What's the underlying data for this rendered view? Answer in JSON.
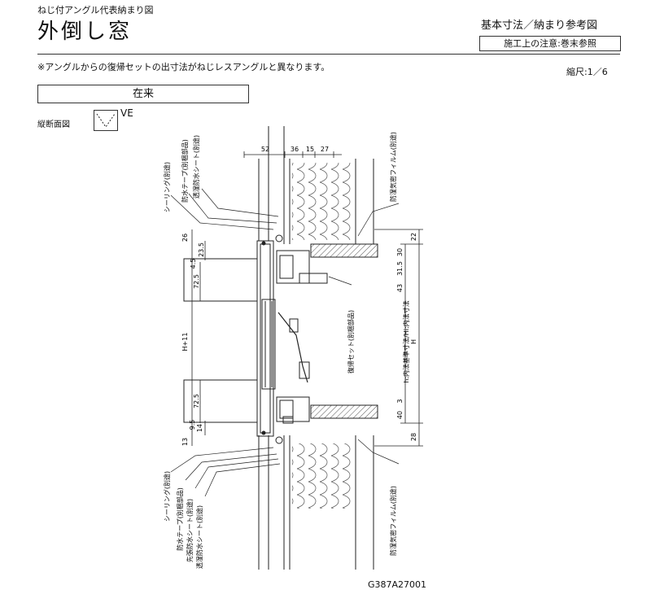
{
  "header": {
    "subtitle": "ねじ付アングル代表納まり図",
    "title": "外倒し窓",
    "ref_title": "基本寸法／納まり参考図",
    "ref_note": "施工上の注意:巻末参照"
  },
  "note": "※アングルからの復帰セットの出寸法がねじレスアングルと異なります。",
  "scale": "縮尺:1／6",
  "section_box": "在来",
  "view_label": "縦断面図",
  "mark_label": "VE",
  "drawing_code": "G387A27001",
  "dims": {
    "top": [
      "52",
      "36",
      "15",
      "27"
    ],
    "left": [
      "26",
      "23.5",
      "4.5",
      "72.5",
      "H+11",
      "72.5",
      "9.5",
      "14",
      "13"
    ],
    "right": [
      "22",
      "30",
      "31.5",
      "43",
      "3",
      "40",
      "28"
    ],
    "right_h": "H"
  },
  "labels": {
    "top_sealing": "シーリング(別途)",
    "top_tape": "防水テープ(別梱部品)",
    "top_sheet": "透湿防水シート(別途)",
    "top_film": "防湿気密フィルム(別途)",
    "return_set": "復帰セット(別梱部品)",
    "hw_dim": "h:内法基準寸法/Hi:内法寸法",
    "bottom_sealing": "シーリング(別途)",
    "bottom_tape": "防水テープ(別梱部品)",
    "bottom_lead_sheet": "先張防水シート(別途)",
    "bottom_sheet": "透湿防水シート(別途)",
    "bottom_film": "防湿気密フィルム(別途)"
  },
  "colors": {
    "line": "#222222",
    "hatch": "#555555"
  }
}
